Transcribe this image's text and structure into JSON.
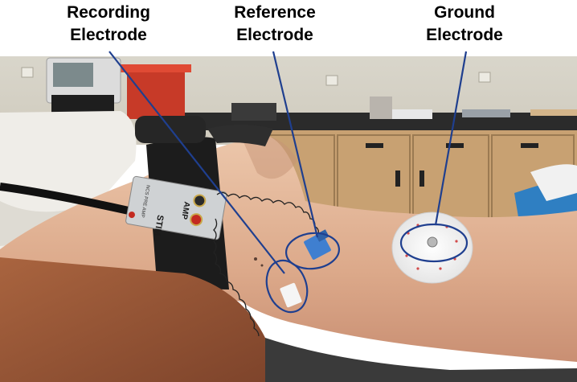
{
  "labels": {
    "recording": {
      "line1": "Recording",
      "line2": "Electrode"
    },
    "reference": {
      "line1": "Reference",
      "line2": "Electrode"
    },
    "ground": {
      "line1": "Ground",
      "line2": "Electrode"
    }
  },
  "device": {
    "stim_text": "STIM",
    "amp_text": "AMP",
    "small_text": "NCS PRE AMP"
  },
  "colors": {
    "annotation": "#1f3f8f",
    "wall": "#d8d4c8",
    "cabinet": "#c9a77a",
    "skin": "#e2b79a",
    "blanket": "#9b5a3c",
    "strap": "#222222",
    "electrode_pad": "#f2f2f2",
    "reference_tab": "#3f7fd0"
  }
}
